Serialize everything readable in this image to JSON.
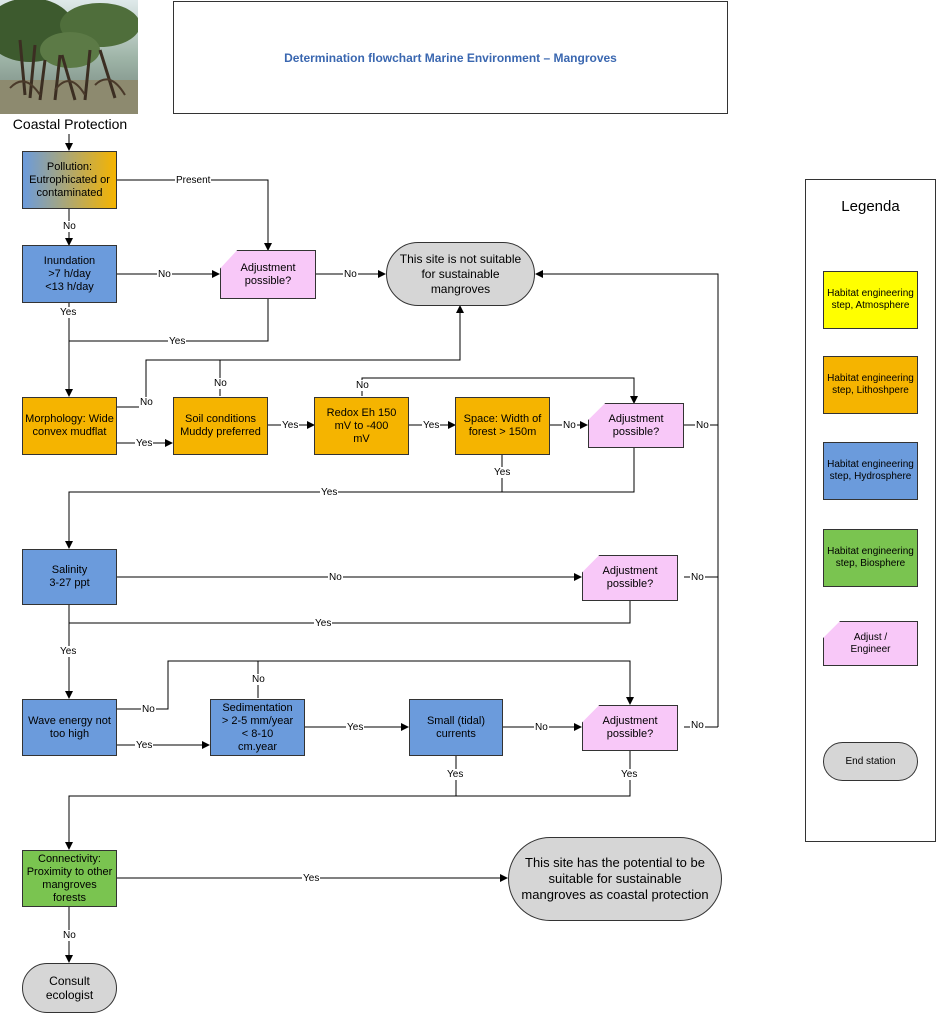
{
  "title": "Determination flowchart Marine Environment – Mangroves",
  "photo_caption": "Coastal Protection",
  "nodes": {
    "pollution": "Pollution: Eutrophicated or contaminated",
    "inundation": "Inundation >7 h/day <13 h/day",
    "adjust1": "Adjustment possible?",
    "not_suitable": "This site is not suitable for sustainable mangroves",
    "morphology": "Morphology: Wide convex mudflat",
    "soil": "Soil conditions Muddy preferred",
    "redox": "Redox Eh 150 mV to -400 mV",
    "space": "Space: Width of forest > 150m",
    "adjust2": "Adjustment possible?",
    "salinity": "Salinity 3-27 ppt",
    "adjust3": "Adjustment possible?",
    "wave": "Wave energy not too high",
    "sedimentation": "Sedimentation > 2-5 mm/year < 8-10 cm.year",
    "currents": "Small (tidal) currents",
    "adjust4": "Adjustment possible?",
    "connectivity": "Connectivity: Proximity to other mangroves forests",
    "suitable": "This site has the potential to be suitable for sustainable mangroves as coastal protection",
    "consult": "Consult ecologist"
  },
  "edge_labels": {
    "present": "Present",
    "no": "No",
    "yes": "Yes"
  },
  "legend": {
    "title": "Legenda",
    "atmosphere": "Habitat engineering step, Atmosphere",
    "lithosphere": "Habitat engineering step, Lithoshpere",
    "hydrosphere": "Habitat engineering step, Hydrosphere",
    "biosphere": "Habitat engineering step, Biosphere",
    "adjust": "Adjust / Engineer",
    "end_station": "End station"
  },
  "colors": {
    "hydrosphere": "#6b9bdc",
    "lithosphere": "#f5b400",
    "atmosphere": "#ffff00",
    "biosphere": "#7ac450",
    "adjust": "#f8c8f8",
    "end_station": "#d6d6d6",
    "title": "#3a67b0"
  }
}
